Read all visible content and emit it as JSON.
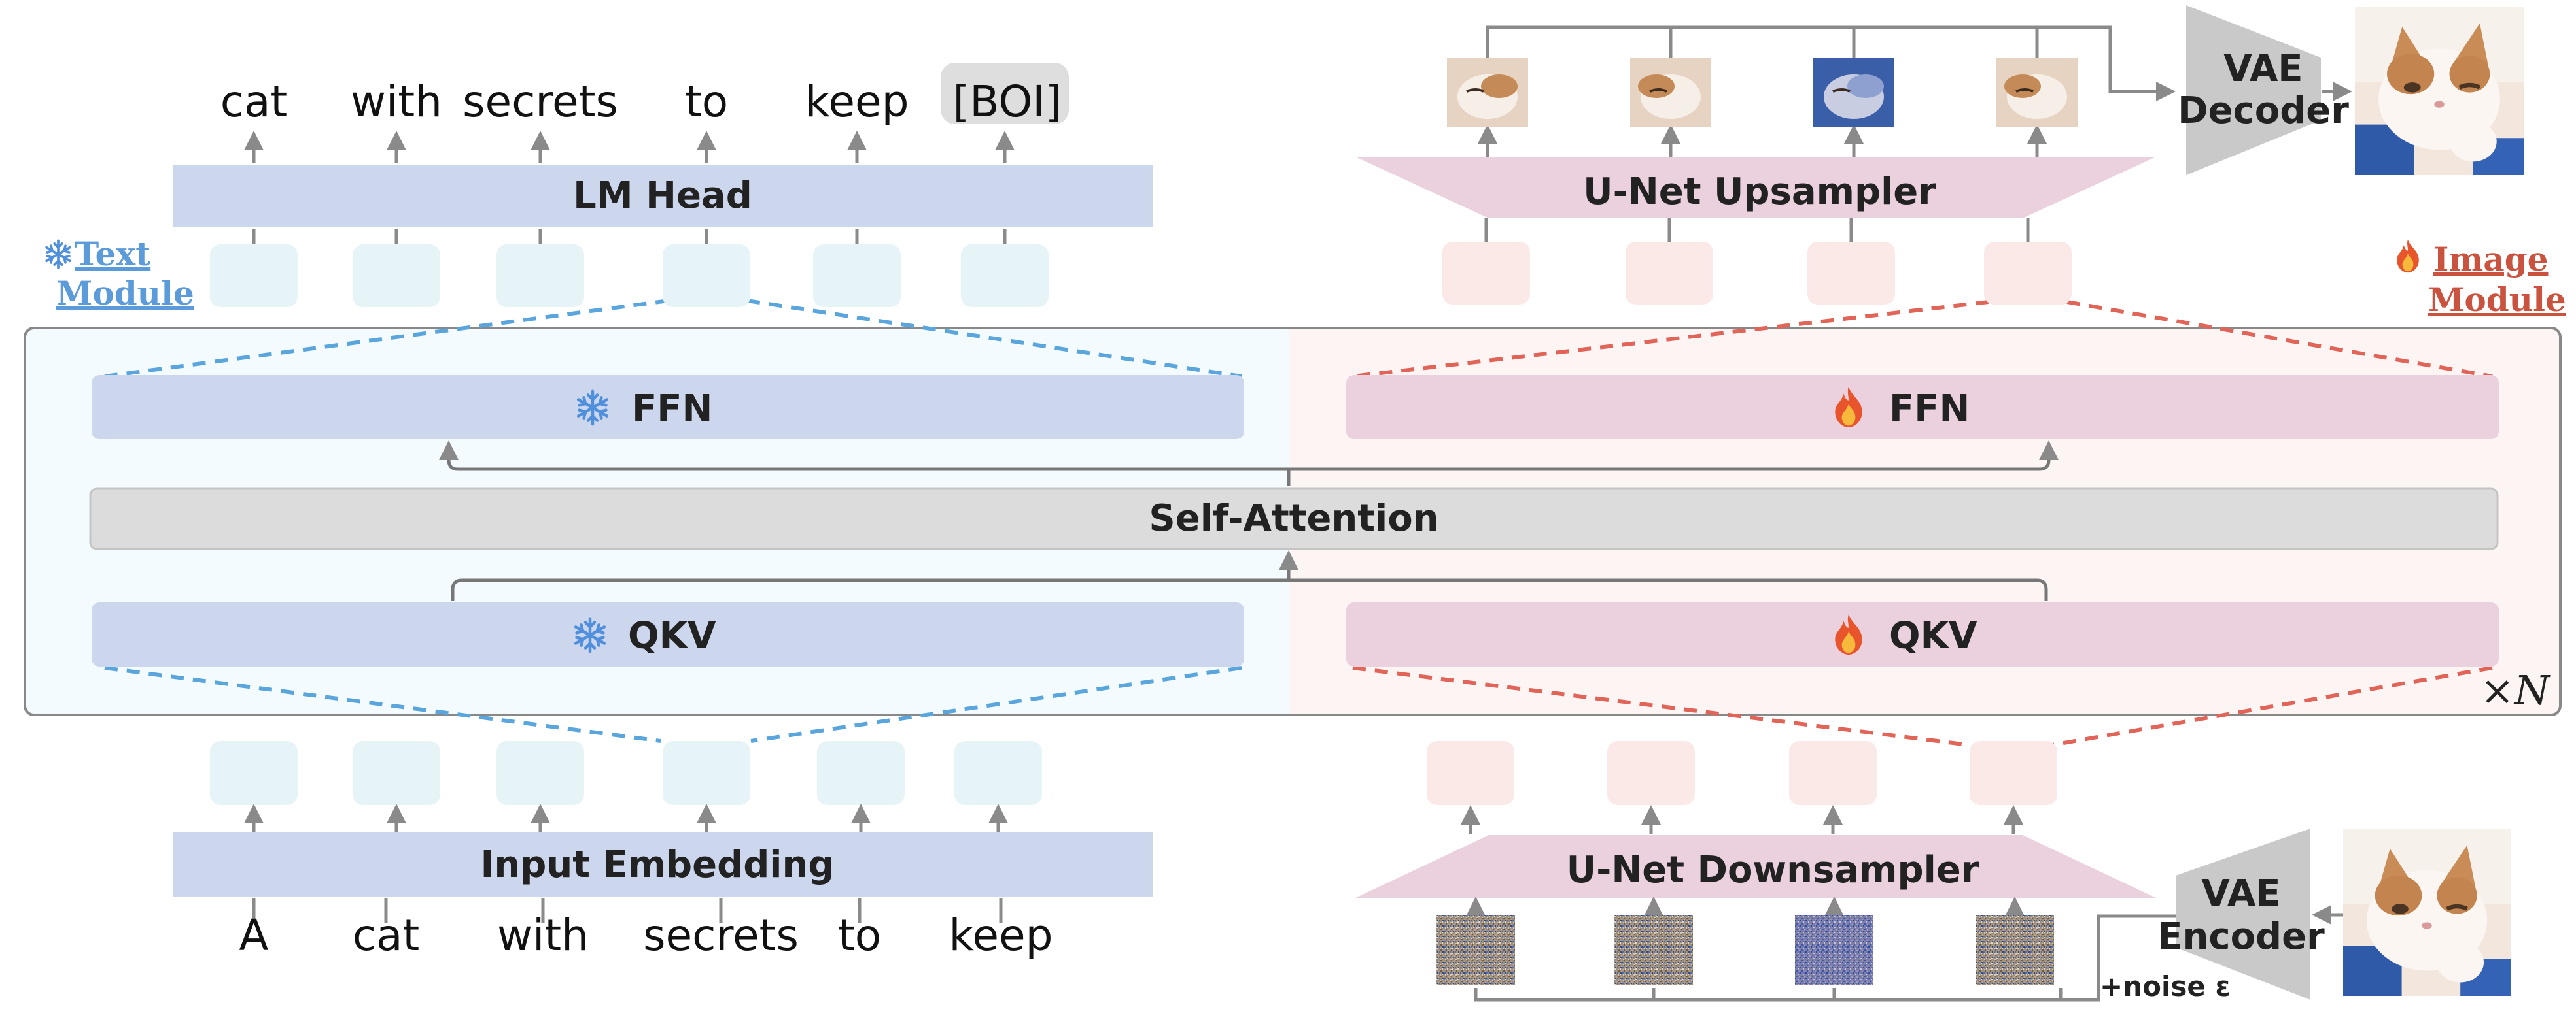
{
  "colors": {
    "text_blue": "#ccd6ec",
    "text_token": "#e6f4f8",
    "text_module_bg": "#f3fbfe",
    "text_dash": "#5aa6dc",
    "image_pink": "#ebd1de",
    "image_token": "#fbe9e8",
    "image_module_bg": "#fcf5f4",
    "image_dash": "#e06458",
    "attention_gray": "#dcdcdc",
    "vae_gray": "#c9c9c9",
    "text_module_label": "#5b9bd9",
    "image_module_label": "#c9533f"
  },
  "icons": {
    "frozen": "snowflake-icon",
    "trainable": "fire-icon"
  },
  "output_tokens": [
    "cat",
    "with",
    "secrets",
    "to",
    "keep",
    "[BOI]"
  ],
  "input_tokens": [
    "A",
    "cat",
    "with",
    "secrets",
    "to",
    "keep"
  ],
  "labels": {
    "lm_head": "LM Head",
    "input_embedding": "Input Embedding",
    "self_attention": "Self-Attention",
    "text_ffn": "FFN",
    "image_ffn": "FFN",
    "text_qkv": "QKV",
    "image_qkv": "QKV",
    "unet_upsampler": "U-Net Upsampler",
    "unet_downsampler": "U-Net Downsampler",
    "vae_decoder_line1": "VAE",
    "vae_decoder_line2": "Decoder",
    "vae_encoder_line1": "VAE",
    "vae_encoder_line2": "Encoder",
    "text_module_line1": "Text",
    "text_module_line2": "Module",
    "image_module_line1": "Image",
    "image_module_line2": "Module",
    "repeat": "×N",
    "noise": "+noise ε"
  }
}
